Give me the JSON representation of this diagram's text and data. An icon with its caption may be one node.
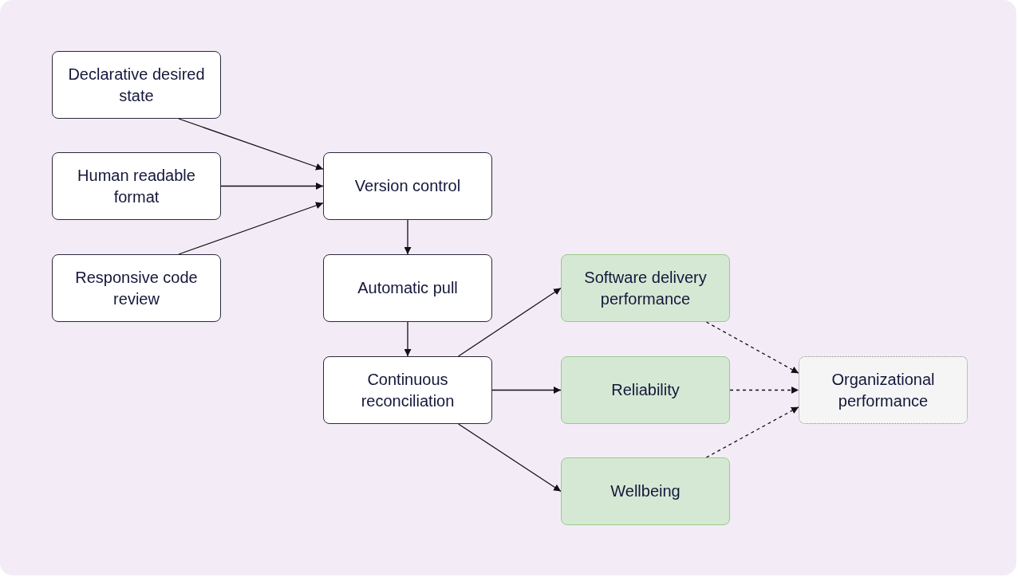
{
  "diagram": {
    "nodes": [
      {
        "text": [
          "Declarative desired state"
        ]
      },
      {
        "text": [
          "Human readable format"
        ]
      },
      {
        "text": [
          "Responsive code review"
        ]
      },
      {
        "text": [
          "Version control"
        ]
      },
      {
        "text": [
          "Automatic pull"
        ]
      },
      {
        "text": [
          "Continuous reconciliation"
        ]
      },
      {
        "text": [
          "Software delivery performance"
        ]
      },
      {
        "text": [
          "Reliability"
        ]
      },
      {
        "text": [
          "Wellbeing"
        ]
      },
      {
        "text": [
          "Organizational performance"
        ]
      }
    ],
    "edges": [
      {
        "from": 0,
        "to": 3,
        "arrow": "to"
      },
      {
        "from": 1,
        "to": 3,
        "arrow": "to"
      },
      {
        "from": 2,
        "to": 3,
        "arrow": "to"
      },
      {
        "from": 3,
        "to": 4,
        "arrow": "to"
      },
      {
        "from": 4,
        "to": 5,
        "arrow": "to"
      },
      {
        "from": 5,
        "to": 6,
        "arrow": "to"
      },
      {
        "from": 5,
        "to": 7,
        "arrow": "to"
      },
      {
        "from": 5,
        "to": 8,
        "arrow": "to"
      },
      {
        "from": 6,
        "to": 9,
        "arrow": "to",
        "style": "dashed"
      },
      {
        "from": 7,
        "to": 9,
        "arrow": "to",
        "style": "dashed"
      },
      {
        "from": 8,
        "to": 9,
        "arrow": "to",
        "style": "dashed"
      }
    ]
  }
}
